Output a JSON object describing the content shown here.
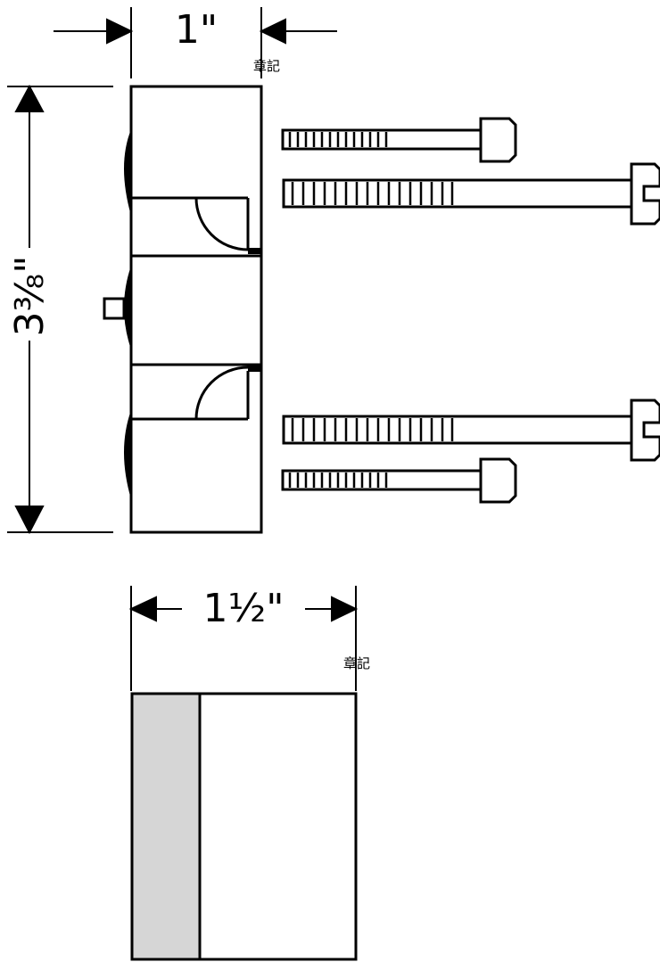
{
  "dimensions": {
    "top_width": "1\"",
    "height": "3⅜\"",
    "bottom_width": "1½\""
  },
  "notes": {
    "top_mark": "章記",
    "bottom_mark": "章記"
  },
  "colors": {
    "line": "#000000",
    "fill_gray": "#d6d6d6",
    "background": "#ffffff"
  }
}
